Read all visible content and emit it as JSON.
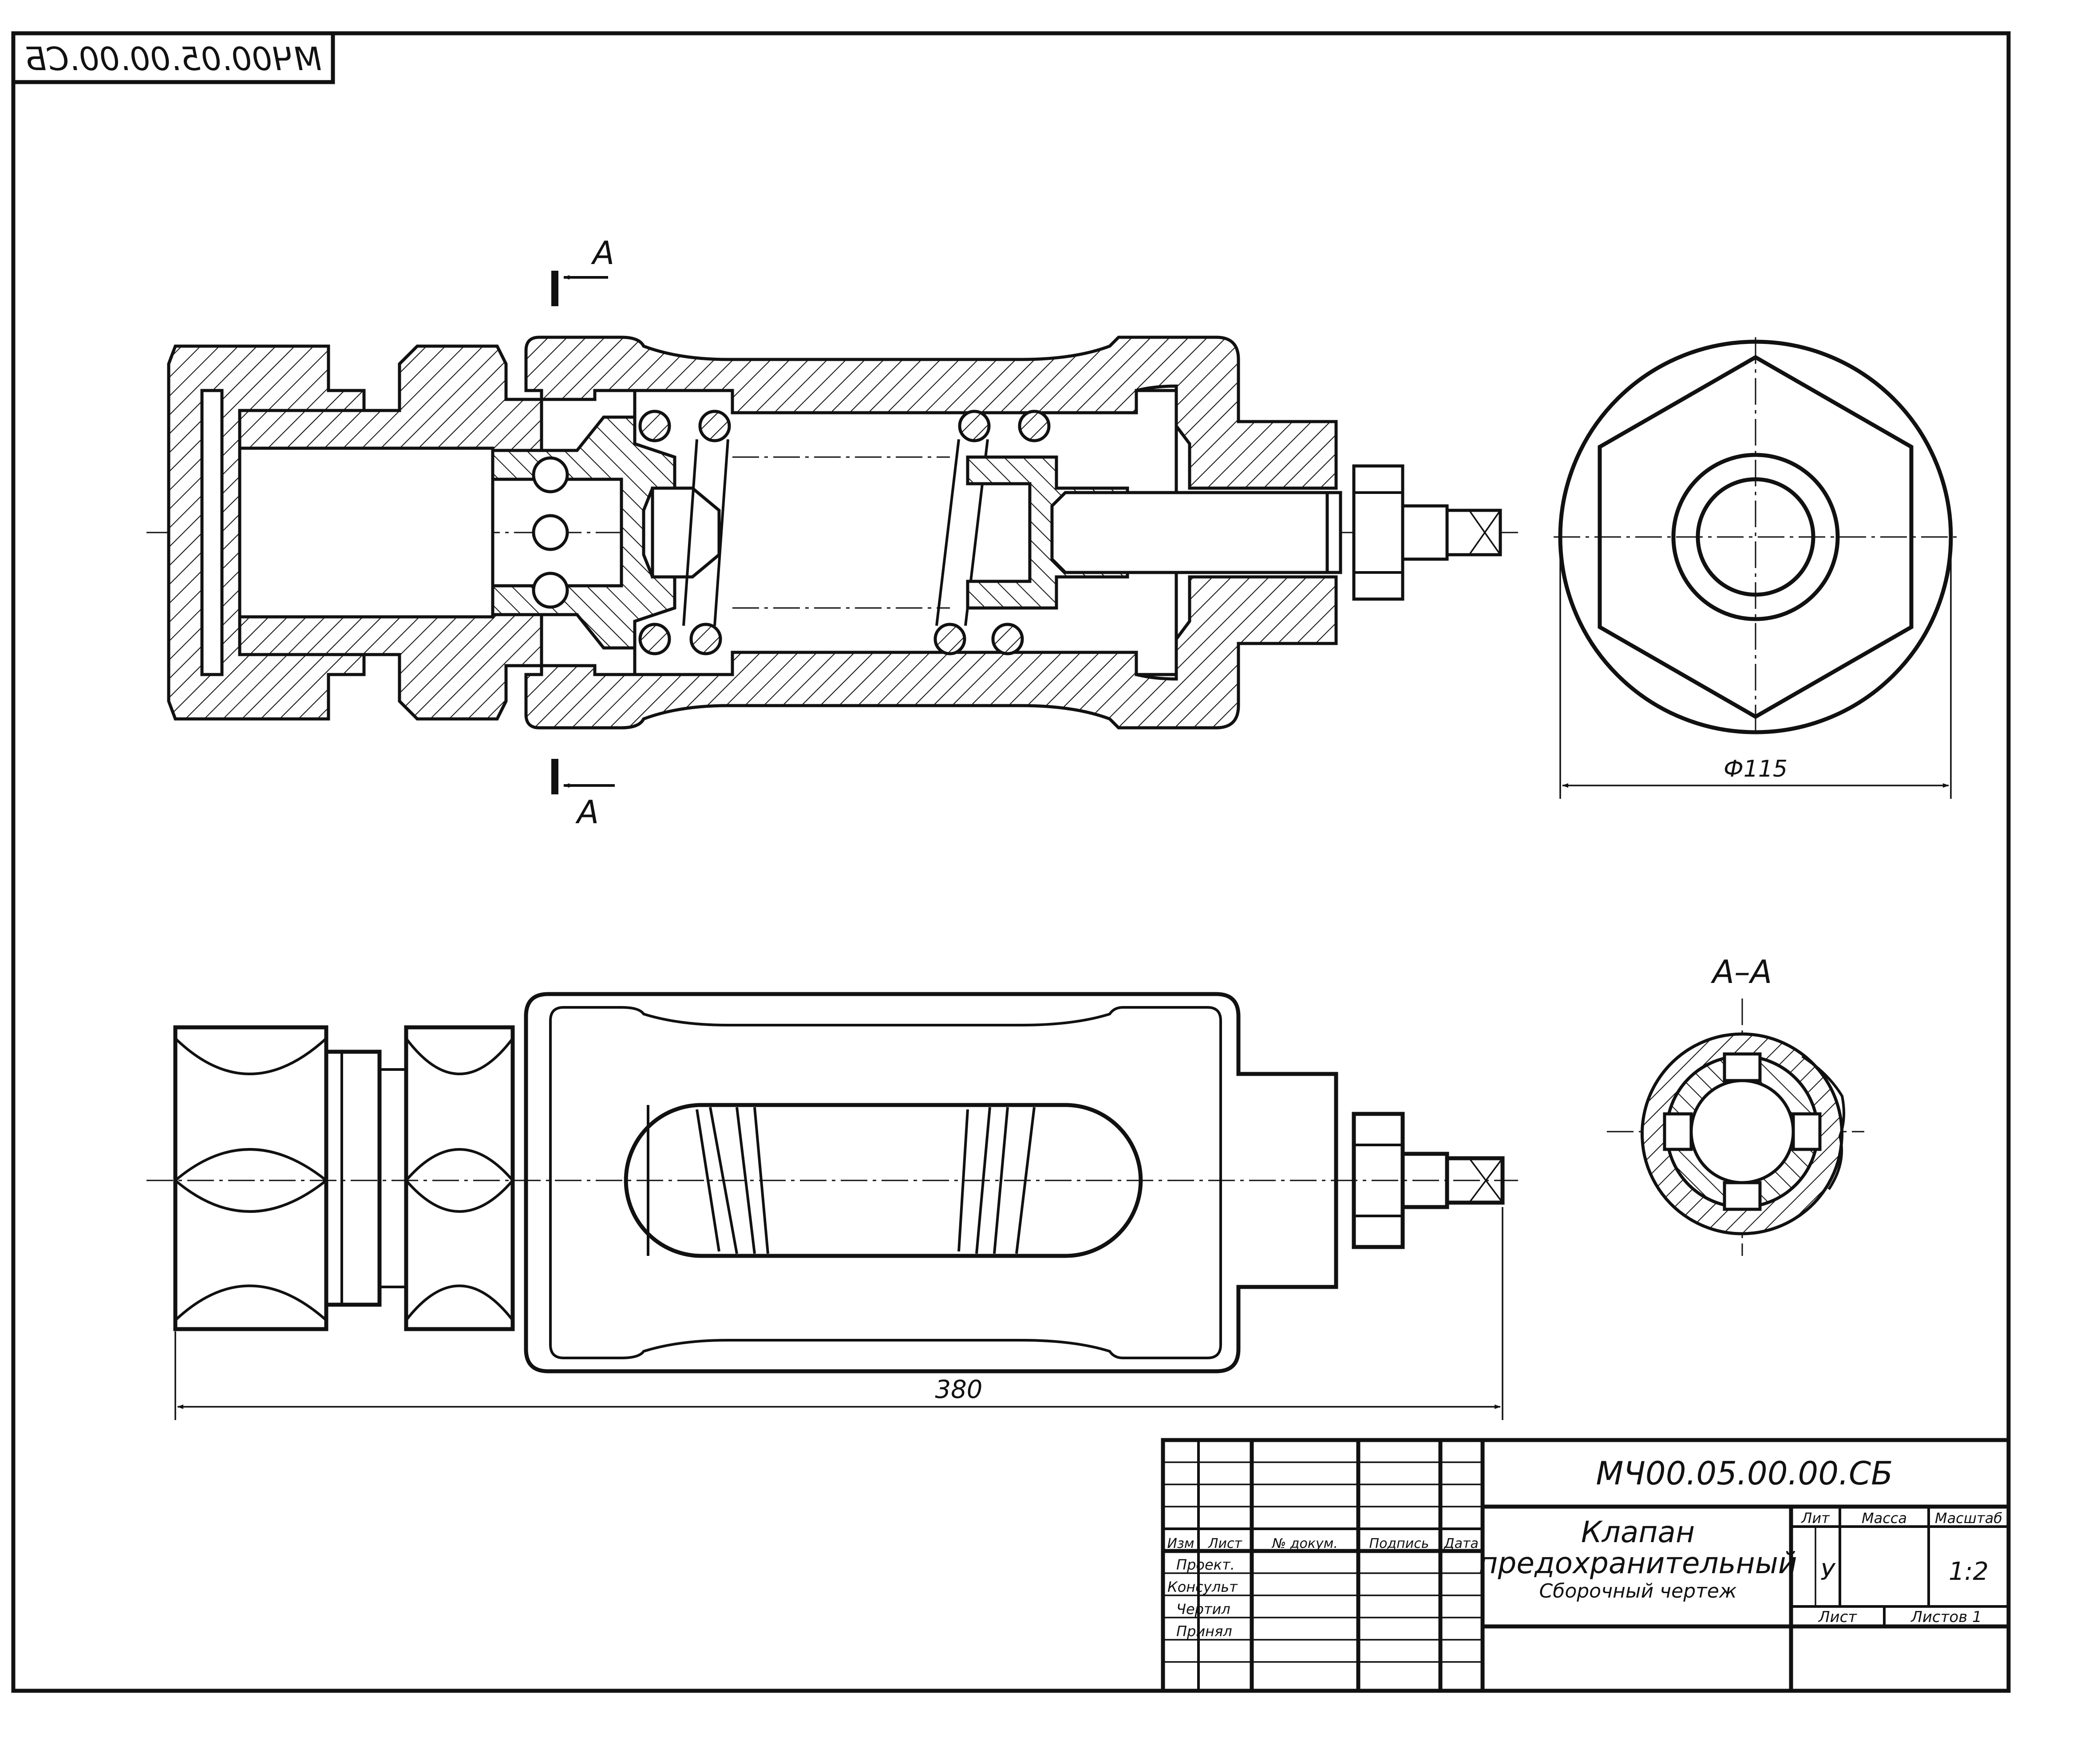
{
  "drawing": {
    "stamp_code_mirrored": "МЧ00.05.00.00.СБ",
    "section_mark_top": "А",
    "section_mark_bottom": "А",
    "section_title": "А–А",
    "dim_diameter": "Ф115",
    "dim_length": "380"
  },
  "title_block": {
    "doc_code": "МЧ00.05.00.00.СБ",
    "name_line1": "Клапан",
    "name_line2": "предохранительный",
    "name_line3": "Сборочный чертеж",
    "col_headers": [
      "Изм",
      "Лист",
      "№ докум.",
      "Подпись",
      "Дата"
    ],
    "roles": [
      "Проект.",
      "Консульт",
      "Чертил",
      "Принял"
    ],
    "lit_label": "Лит",
    "mass_label": "Масса",
    "scale_label": "Масштаб",
    "lit_value": "У",
    "scale_value": "1:2",
    "sheet_label": "Лист",
    "sheets_label": "Листов 1"
  },
  "colors": {
    "ink": "#111111",
    "paper": "#ffffff"
  }
}
